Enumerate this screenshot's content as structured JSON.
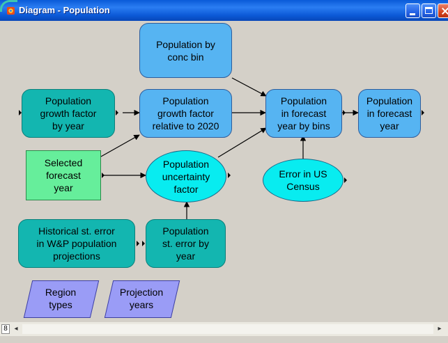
{
  "window": {
    "title": "Diagram - Population",
    "app_icon": "analytica-app-icon",
    "titlebar_color": "#0b58d6"
  },
  "colors": {
    "canvas": "#d4d0c8",
    "variable_blue": "#56b4f2",
    "index_teal": "#13b6b0",
    "chance_cyan": "#08ecf0",
    "decision_green": "#66ee9b",
    "module_purple": "#9a9cf6"
  },
  "nodes": {
    "pop_by_conc_bin": "Population by\nconc bin",
    "growth_by_year": "Population\ngrowth factor\nby year",
    "growth_rel_2020": "Population\ngrowth factor\nrelative to 2020",
    "pop_forecast_bins": "Population\nin forecast\nyear by bins",
    "pop_forecast": "Population\nin forecast\nyear",
    "selected_year": "Selected\nforecast\nyear",
    "uncertainty": "Population\nuncertainty\nfactor",
    "census_error": "Error in US\nCensus",
    "hist_error": "Historical st. error\nin W&P population\nprojections",
    "st_error_year": "Population\nst. error by\nyear",
    "region_types": "Region\ntypes",
    "projection_years": "Projection\nyears"
  },
  "scrollbar": {
    "zoom_label": "8",
    "left_arrow": "◂",
    "right_arrow": "▸"
  }
}
